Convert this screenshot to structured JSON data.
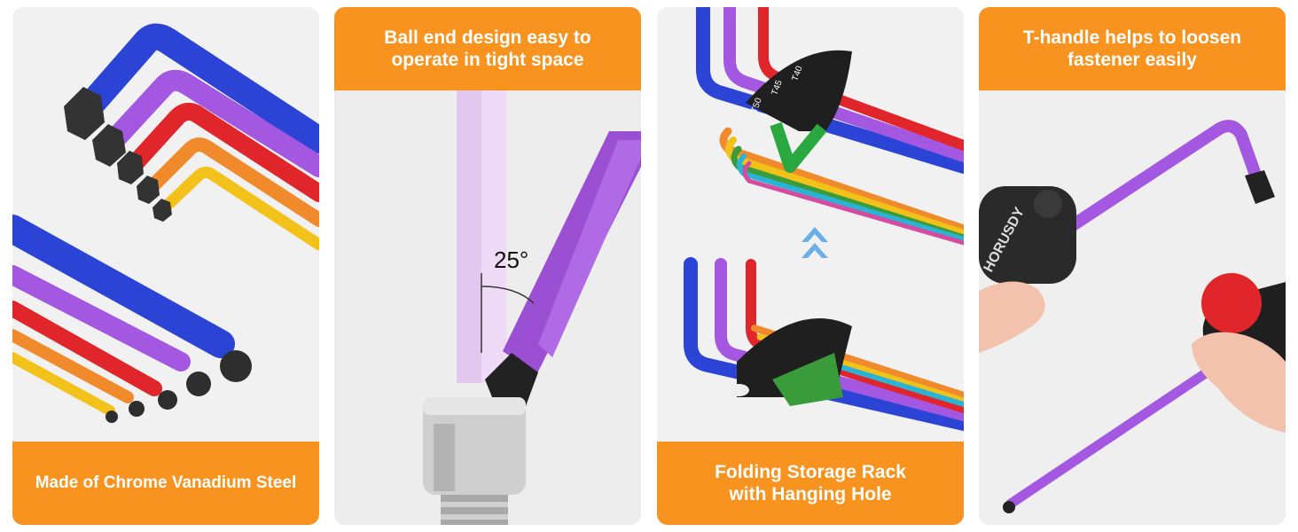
{
  "panels": [
    {
      "caption": [
        "Made of Chrome Vanadium Steel"
      ]
    },
    {
      "caption": [
        "Ball end design easy to",
        "operate in tight space"
      ],
      "angle_label": "25°"
    },
    {
      "caption": [
        "Folding Storage Rack",
        "with Hanging Hole"
      ],
      "rack_labels": [
        "T50",
        "T45",
        "T40"
      ]
    },
    {
      "caption": [
        "T-handle helps to loosen",
        "fastener easily"
      ],
      "brand": "HORUSDY"
    }
  ],
  "colors": {
    "accent": "#f7931e",
    "blue": "#2b44d6",
    "purple": "#a457e0",
    "red": "#e0262b",
    "orange": "#f08a2a",
    "yellow": "#f2c21b",
    "green": "#3a9b3a"
  }
}
